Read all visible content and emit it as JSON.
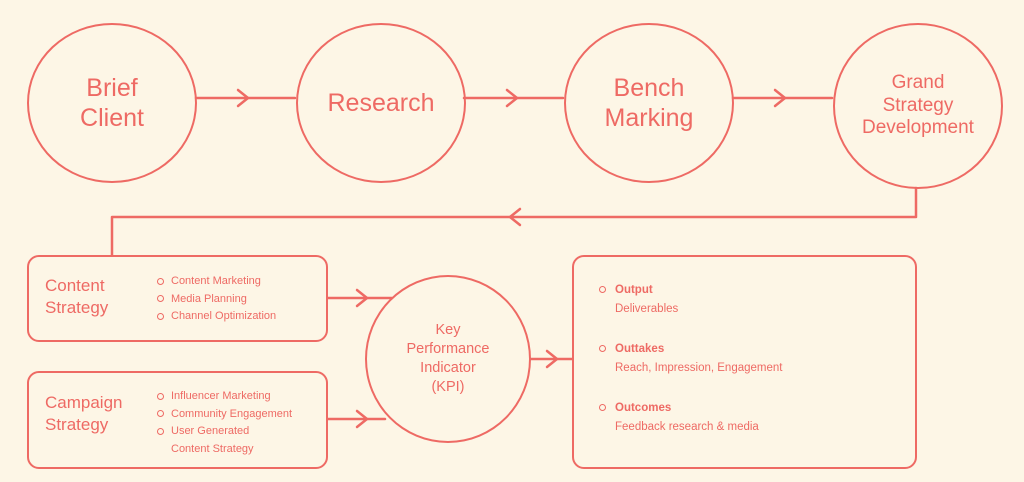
{
  "colors": {
    "accent": "#ee6a64",
    "background": "#fdf6e6"
  },
  "process": {
    "brief_client": "Brief\nClient",
    "research": "Research",
    "bench_marking": "Bench\nMarking",
    "grand_strategy": "Grand\nStrategy\nDevelopment"
  },
  "content_strategy": {
    "title": "Content\nStrategy",
    "items": [
      "Content Marketing",
      "Media Planning",
      "Channel Optimization"
    ]
  },
  "campaign_strategy": {
    "title": "Campaign\nStrategy",
    "items": [
      "Influencer Marketing",
      "Community Engagement",
      "User Generated",
      "Content Strategy"
    ]
  },
  "kpi": {
    "label": "Key\nPerformance\nIndicator\n(KPI)"
  },
  "results": [
    {
      "title": "Output",
      "desc": "Deliverables"
    },
    {
      "title": "Outtakes",
      "desc": "Reach, Impression, Engagement"
    },
    {
      "title": "Outcomes",
      "desc": "Feedback research & media"
    }
  ]
}
